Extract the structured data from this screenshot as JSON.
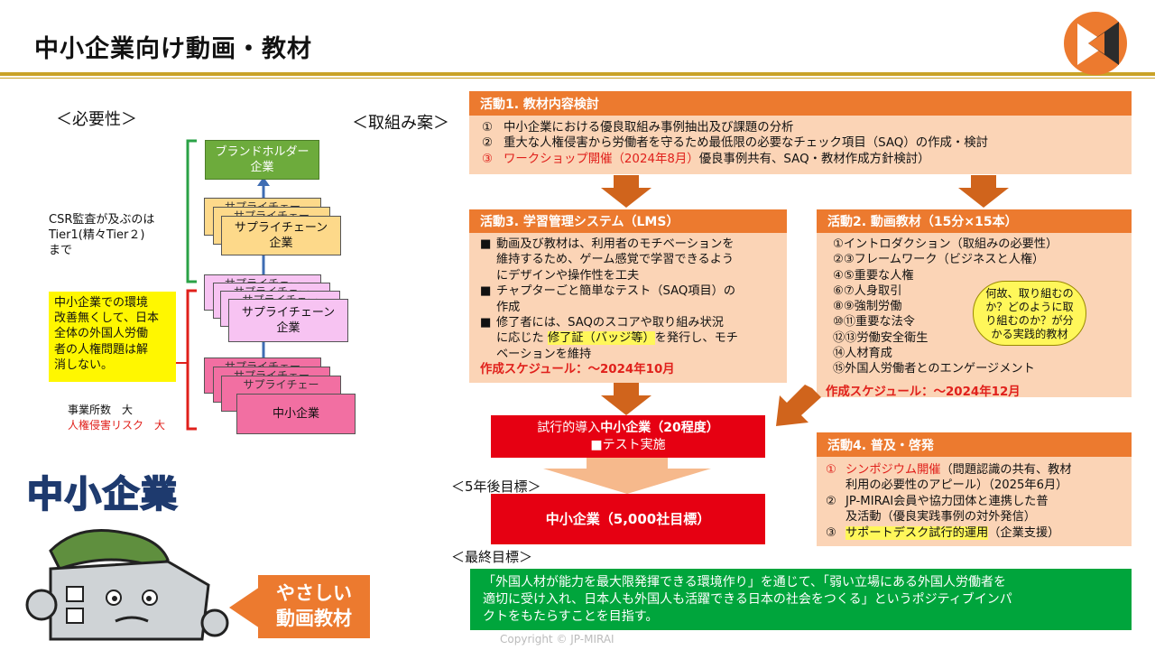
{
  "title": "中小企業向け動画・教材",
  "left": {
    "necessity_label": "＜必要性＞",
    "brand_holder": [
      "ブランドホルダー",
      "企業"
    ],
    "supplier": [
      "サプライチェーン",
      "企業"
    ],
    "supplier_partial": "サプライチェー",
    "sme": "中小企業",
    "csr_note": [
      "CSR監査が及ぶのは",
      "Tier1(精々Tier２)",
      "まで"
    ],
    "yellow_note": [
      "中小企業での環境",
      "改善無くして、日本",
      "全体の外国人労働",
      "者の人権問題は解",
      "消しない。"
    ],
    "count_note": "事業所数　大",
    "risk_note": "人権侵害リスク　大",
    "mascot_text": "中小企業",
    "easy_video": [
      "やさしい",
      "動画教材"
    ]
  },
  "proposal_label": "＜取組み案＞",
  "activity1": {
    "header": "活動1. 教材内容検討",
    "items": [
      {
        "num": "①",
        "text": "中小企業における優良取組み事例抽出及び課題の分析"
      },
      {
        "num": "②",
        "text": "重大な人権侵害から労働者を守るため最低限の必要なチェック項目（SAQ）の作成・検討"
      }
    ],
    "item3_num": "③",
    "item3_red": "ワークショップ開催（2024年8月）",
    "item3_rest": "優良事例共有、SAQ・教材作成方針検討）"
  },
  "activity3": {
    "header": "活動3. 学習管理システム（LMS）",
    "bullet": "■",
    "item1": [
      "動画及び教材は、利用者のモチベーションを",
      "維持するため、ゲーム感覚で学習できるよう",
      "にデザインや操作性を工夫"
    ],
    "item2": [
      "チャプターごと簡単なテスト（SAQ項目）の",
      "作成"
    ],
    "item3_a": "修了者には、SAQのスコアや取り組み状況",
    "item3_b_pre": "に応じた",
    "item3_b_hl": "修了証（バッジ等）",
    "item3_b_post": "を発行し、モチ",
    "item3_c": "ベーションを維持",
    "schedule": "作成スケジュール：～2024年10月"
  },
  "activity2": {
    "header": "活動2. 動画教材（15分×15本）",
    "items": [
      "①イントロダクション（取組みの必要性）",
      "②③フレームワーク（ビジネスと人権）",
      "④⑤重要な人権",
      "⑥⑦人身取引",
      "⑧⑨強制労働",
      "⑩⑪重要な法令",
      "⑫⑬労働安全衛生",
      "⑭人材育成",
      "⑮外国人労働者とのエンゲージメント"
    ],
    "schedule": "作成スケジュール：～2024年12月",
    "cloud": [
      "何故、取り組むの",
      "か？どのように取",
      "り組むのか？が分",
      "かる実践的教材"
    ]
  },
  "pilot": {
    "line1_pre": "試行的導入",
    "line1_bold": "中小企業（20程度）",
    "line2": "■テスト実施"
  },
  "five_year_label": "＜5年後目標＞",
  "five_year_goal": "中小企業（5,000社目標）",
  "activity4": {
    "header": "活動4. 普及・啓発",
    "item1_num": "①",
    "item1_red": "シンポジウム開催",
    "item1_rest": "（問題認識の共有、教材",
    "item1_line2": "利用の必要性のアピール）（2025年6月）",
    "item2_num": "②",
    "item2_lines": [
      "JP-MIRAI会員や協力団体と連携した普",
      "及活動（優良実践事例の対外発信）"
    ],
    "item3_num": "③",
    "item3_hl": "サポートデスク試行的運用",
    "item3_rest": "（企業支援）"
  },
  "final_label": "＜最終目標＞",
  "final_goal": [
    "「外国人材が能力を最大限発揮できる環境作り」を通じて、「弱い立場にある外国人労働者を",
    "適切に受け入れ、日本人も外国人も活躍できる日本の社会をつくる」というポジティブインパ",
    "クトをもたらすことを目指す。"
  ],
  "copyright": "Copyright © JP-MIRAI",
  "colors": {
    "orange": "#ec7a2f",
    "panel": "#fbd4b6",
    "red": "#e60012",
    "green": "#00a53c",
    "gold": "#c9a227"
  }
}
